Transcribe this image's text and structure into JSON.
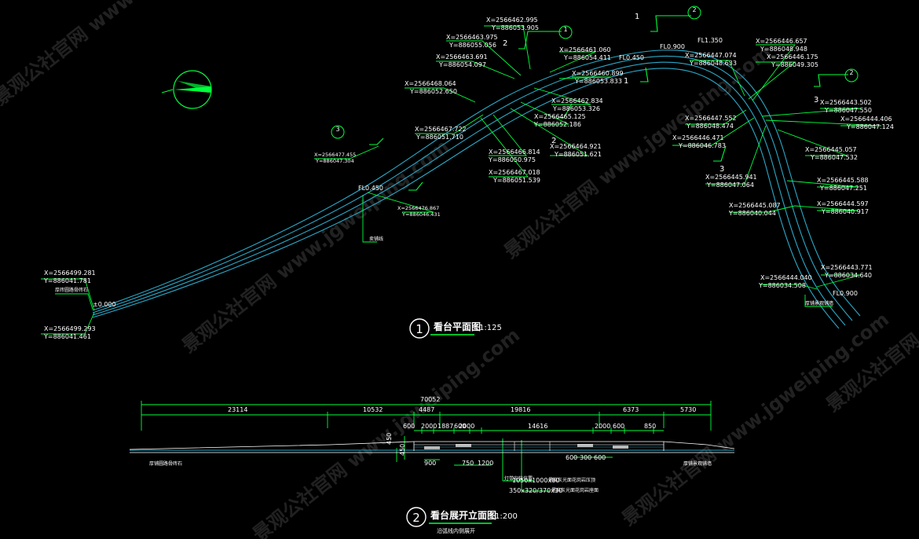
{
  "colors": {
    "background": "#000000",
    "leader": "#00ff3c",
    "curve": "#2aa9c8",
    "text": "#ffffff",
    "watermark": "rgba(255,255,255,0.13)"
  },
  "watermark": {
    "text": "景观公社官网 www.jgweiping.com"
  },
  "plan": {
    "title_number": "1",
    "title": "看台平面图",
    "scale": "1:125",
    "coords": [
      {
        "x": "X=2566462.995",
        "y": "Y=886053.905"
      },
      {
        "x": "X=2566463.975",
        "y": "Y=886055.056"
      },
      {
        "x": "X=2566463.691",
        "y": "Y=886054.097"
      },
      {
        "x": "X=2566468.064",
        "y": "Y=886052.650"
      },
      {
        "x": "X=2566467.722",
        "y": "Y=886051.710"
      },
      {
        "x": "X=2566477.455",
        "y": "Y=886047.304"
      },
      {
        "x": "X=2566476.867",
        "y": "Y=886046.431"
      },
      {
        "x": "X=2566461.060",
        "y": "Y=886054.411"
      },
      {
        "x": "X=2566460.899",
        "y": "Y=886053.833"
      },
      {
        "x": "X=2566462.834",
        "y": "Y=886053.326"
      },
      {
        "x": "X=2566465.125",
        "y": "Y=886052.186"
      },
      {
        "x": "X=2566466.814",
        "y": "Y=886050.975"
      },
      {
        "x": "X=2566464.921",
        "y": "Y=886051.621"
      },
      {
        "x": "X=2566467.018",
        "y": "Y=886051.539"
      },
      {
        "x": "X=2566446.657",
        "y": "Y=886048.948"
      },
      {
        "x": "X=2566447.074",
        "y": "Y=886048.633"
      },
      {
        "x": "X=2566446.175",
        "y": "Y=886049.305"
      },
      {
        "x": "X=2566443.502",
        "y": "Y=886047.550"
      },
      {
        "x": "X=2566444.406",
        "y": "Y=886047.124"
      },
      {
        "x": "X=2566447.552",
        "y": "Y=886048.474"
      },
      {
        "x": "X=2566446.471",
        "y": "Y=886046.783"
      },
      {
        "x": "X=2566445.057",
        "y": "Y=886047.532"
      },
      {
        "x": "X=2566445.941",
        "y": "Y=886047.064"
      },
      {
        "x": "X=2566445.588",
        "y": "Y=886047.251"
      },
      {
        "x": "X=2566445.087",
        "y": "Y=886040.044"
      },
      {
        "x": "X=2566444.597",
        "y": "Y=886040.917"
      },
      {
        "x": "X=2566443.771",
        "y": "Y=886034.640"
      },
      {
        "x": "X=2566444.040",
        "y": "Y=886034.508"
      },
      {
        "x": "X=2566499.281",
        "y": "Y=886041.781"
      },
      {
        "x": "X=2566499.293",
        "y": "Y=886041.461"
      }
    ],
    "levels": [
      "FL0.900",
      "FL1.350",
      "FL0.450",
      "FL0.450",
      "±0.000",
      "FL0.900"
    ],
    "section_marks": [
      "1",
      "2",
      "2",
      "1",
      "3",
      "3"
    ],
    "bubbles": [
      "2",
      "1",
      "3",
      "2"
    ],
    "notes": [
      "厚砖圆路骨砖石",
      "卖铺线",
      "厚铺景观铺墙"
    ]
  },
  "elevation": {
    "title_number": "2",
    "title": "看台展开立面图",
    "scale": "1:200",
    "subtitle": "沿弧线内侧展开",
    "total": "70052",
    "row1": [
      "23114",
      "10532",
      "4487",
      "19816",
      "6373",
      "5730"
    ],
    "row2": [
      "600",
      "2000",
      "1887",
      "600",
      "2000",
      "14616",
      "2000",
      "600",
      "850"
    ],
    "low": [
      "450",
      "450",
      "900",
      "750",
      "1200",
      "600",
      "300",
      "600"
    ],
    "notes": [
      "厚铺圆路骨砖石",
      "厚铺景观铺墙",
      "灯带安装位置",
      "1050x1000x80",
      "350x320/370x30",
      "黑麻灰光面花岗岩压顶",
      "黑麻灰光面花岗岩座面"
    ]
  }
}
